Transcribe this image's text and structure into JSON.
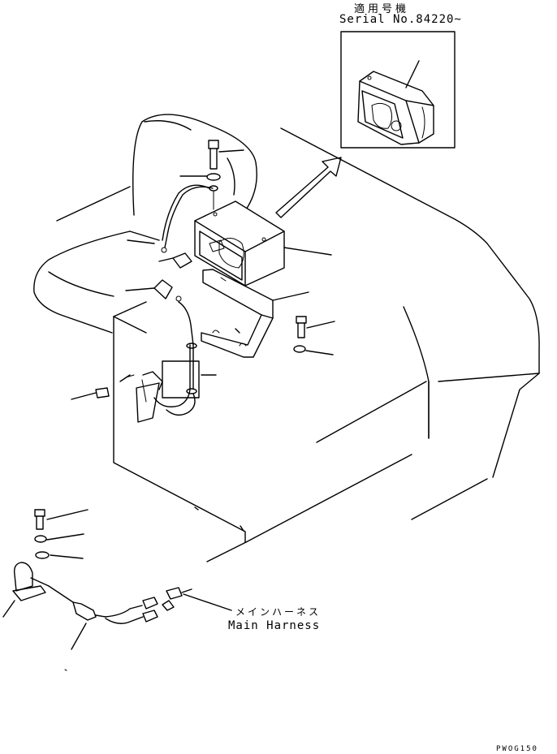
{
  "applicability_note": {
    "japanese": "適用号機",
    "serial": "Serial No.84220~"
  },
  "harness_label": {
    "japanese": "メインハーネス",
    "english": "Main Harness"
  },
  "document_code": "PWOG150"
}
